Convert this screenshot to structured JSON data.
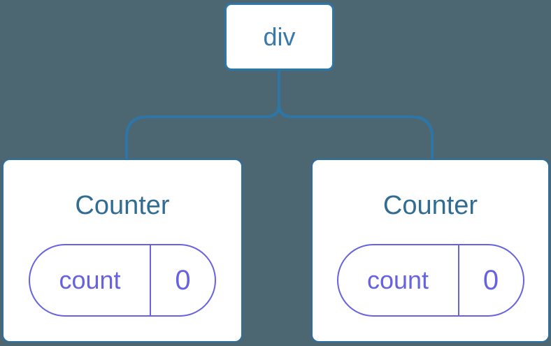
{
  "diagram": {
    "description": "component tree with root div and two Counter children each holding count state",
    "root": {
      "label": "div"
    },
    "children": [
      {
        "title": "Counter",
        "state": {
          "key": "count",
          "value": "0"
        }
      },
      {
        "title": "Counter",
        "state": {
          "key": "count",
          "value": "0"
        }
      }
    ],
    "colors": {
      "background": "#4C6771",
      "card_background": "#FFFFFF",
      "tree_line_blue": "#2E75A8",
      "card_border_blue": "#2D6F9E",
      "root_label_blue": "#3B79A8",
      "title_blue": "#316C93",
      "state_indigo": "#6762E2"
    }
  }
}
